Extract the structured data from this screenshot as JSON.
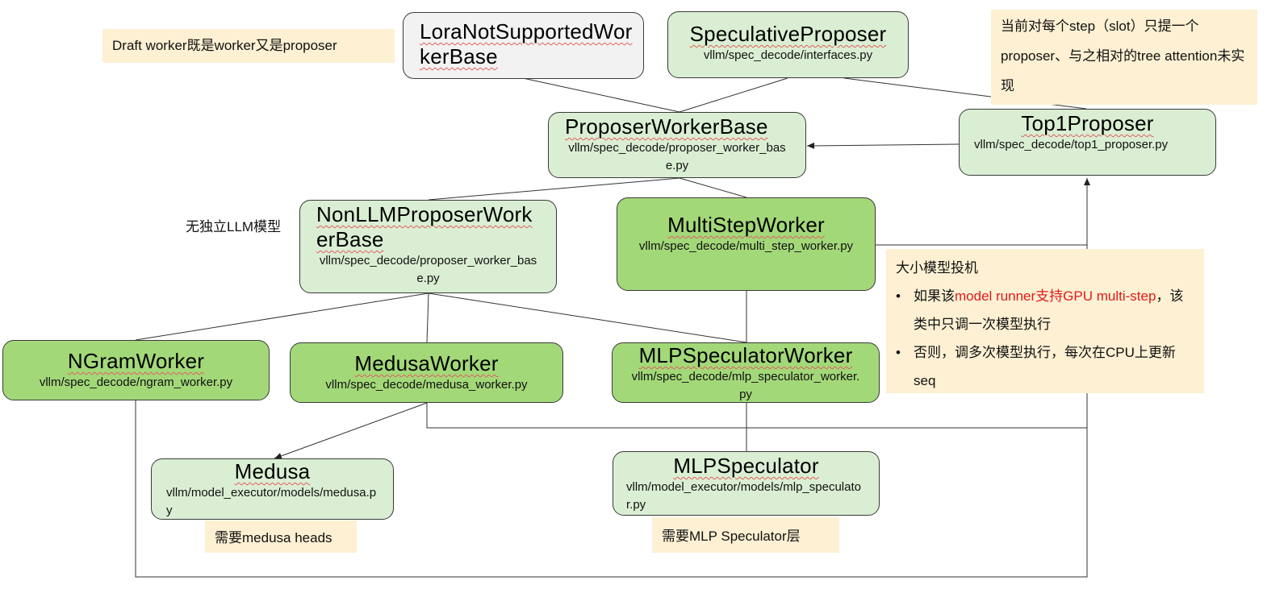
{
  "notes": {
    "draft_worker": "Draft worker既是worker又是proposer",
    "tree_attention": "当前对每个step（slot）只提一个proposer、与之相对的tree attention未实现",
    "no_llm": "无独立LLM模型",
    "multi_step": {
      "heading": "大小模型投机",
      "bullet1_pre": "如果该",
      "bullet1_red": "model runner支持GPU multi-step",
      "bullet1_post": "，该类中只调一次模型执行",
      "bullet2": "否则，调多次模型执行，每次在CPU上更新seq"
    },
    "medusa_heads": "需要medusa heads",
    "mlp_layer": "需要MLP Speculator层"
  },
  "nodes": {
    "lora": {
      "title": "LoraNotSupportedWorkerBase"
    },
    "spec_proposer": {
      "title": "SpeculativeProposer",
      "path": "vllm/spec_decode/interfaces.py"
    },
    "proposer_worker_base": {
      "title": "ProposerWorkerBase",
      "path": "vllm/spec_decode/proposer_worker_base.py"
    },
    "top1": {
      "title": "Top1Proposer",
      "path": "vllm/spec_decode/top1_proposer.py"
    },
    "nonllm": {
      "title": "NonLLMProposerWorkerBase",
      "path": "vllm/spec_decode/proposer_worker_base.py"
    },
    "multistep": {
      "title": "MultiStepWorker",
      "path": "vllm/spec_decode/multi_step_worker.py"
    },
    "ngram": {
      "title": "NGramWorker",
      "path": "vllm/spec_decode/ngram_worker.py"
    },
    "medusa_worker": {
      "title": "MedusaWorker",
      "path": "vllm/spec_decode/medusa_worker.py"
    },
    "mlp_worker": {
      "title": "MLPSpeculatorWorker",
      "path": "vllm/spec_decode/mlp_speculator_worker.py"
    },
    "medusa": {
      "title": "Medusa",
      "path": "vllm/model_executor/models/medusa.py"
    },
    "mlp_spec": {
      "title": "MLPSpeculator",
      "path": "vllm/model_executor/models/mlp_speculator.py"
    }
  },
  "colors": {
    "light_green": "#daeed3",
    "green": "#a3d879",
    "gray": "#f2f2f2",
    "note": "#fdf0d3",
    "red": "#e11b1b"
  }
}
